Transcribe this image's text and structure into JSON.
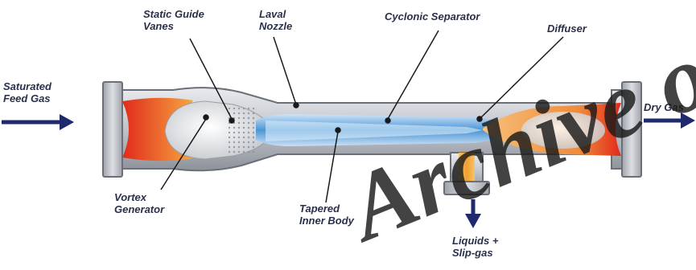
{
  "labels": {
    "static_guide_vanes": [
      "Static Guide",
      "Vanes"
    ],
    "laval_nozzle": [
      "Laval",
      "Nozzle"
    ],
    "cyclonic_separator": "Cyclonic Separator",
    "diffuser": "Diffuser",
    "saturated_feed_gas": [
      "Saturated",
      "Feed Gas"
    ],
    "dry_gas": "Dry Gas",
    "vortex_generator": [
      "Vortex",
      "Generator"
    ],
    "tapered_inner_body": [
      "Tapered",
      "Inner Body"
    ],
    "liquids_slip_gas": [
      "Liquids +",
      "Slip-gas"
    ]
  },
  "watermark": "Archive of SID",
  "colors": {
    "label_text": "#2a2f4a",
    "arrow": "#1f2a6e",
    "pipe_steel": "#c9ccd2",
    "hot_gas": "#e8432a",
    "cold_stream": "#3d8fd6",
    "liquid_drain": "#f0a030",
    "watermark": "#1a1a1a"
  }
}
